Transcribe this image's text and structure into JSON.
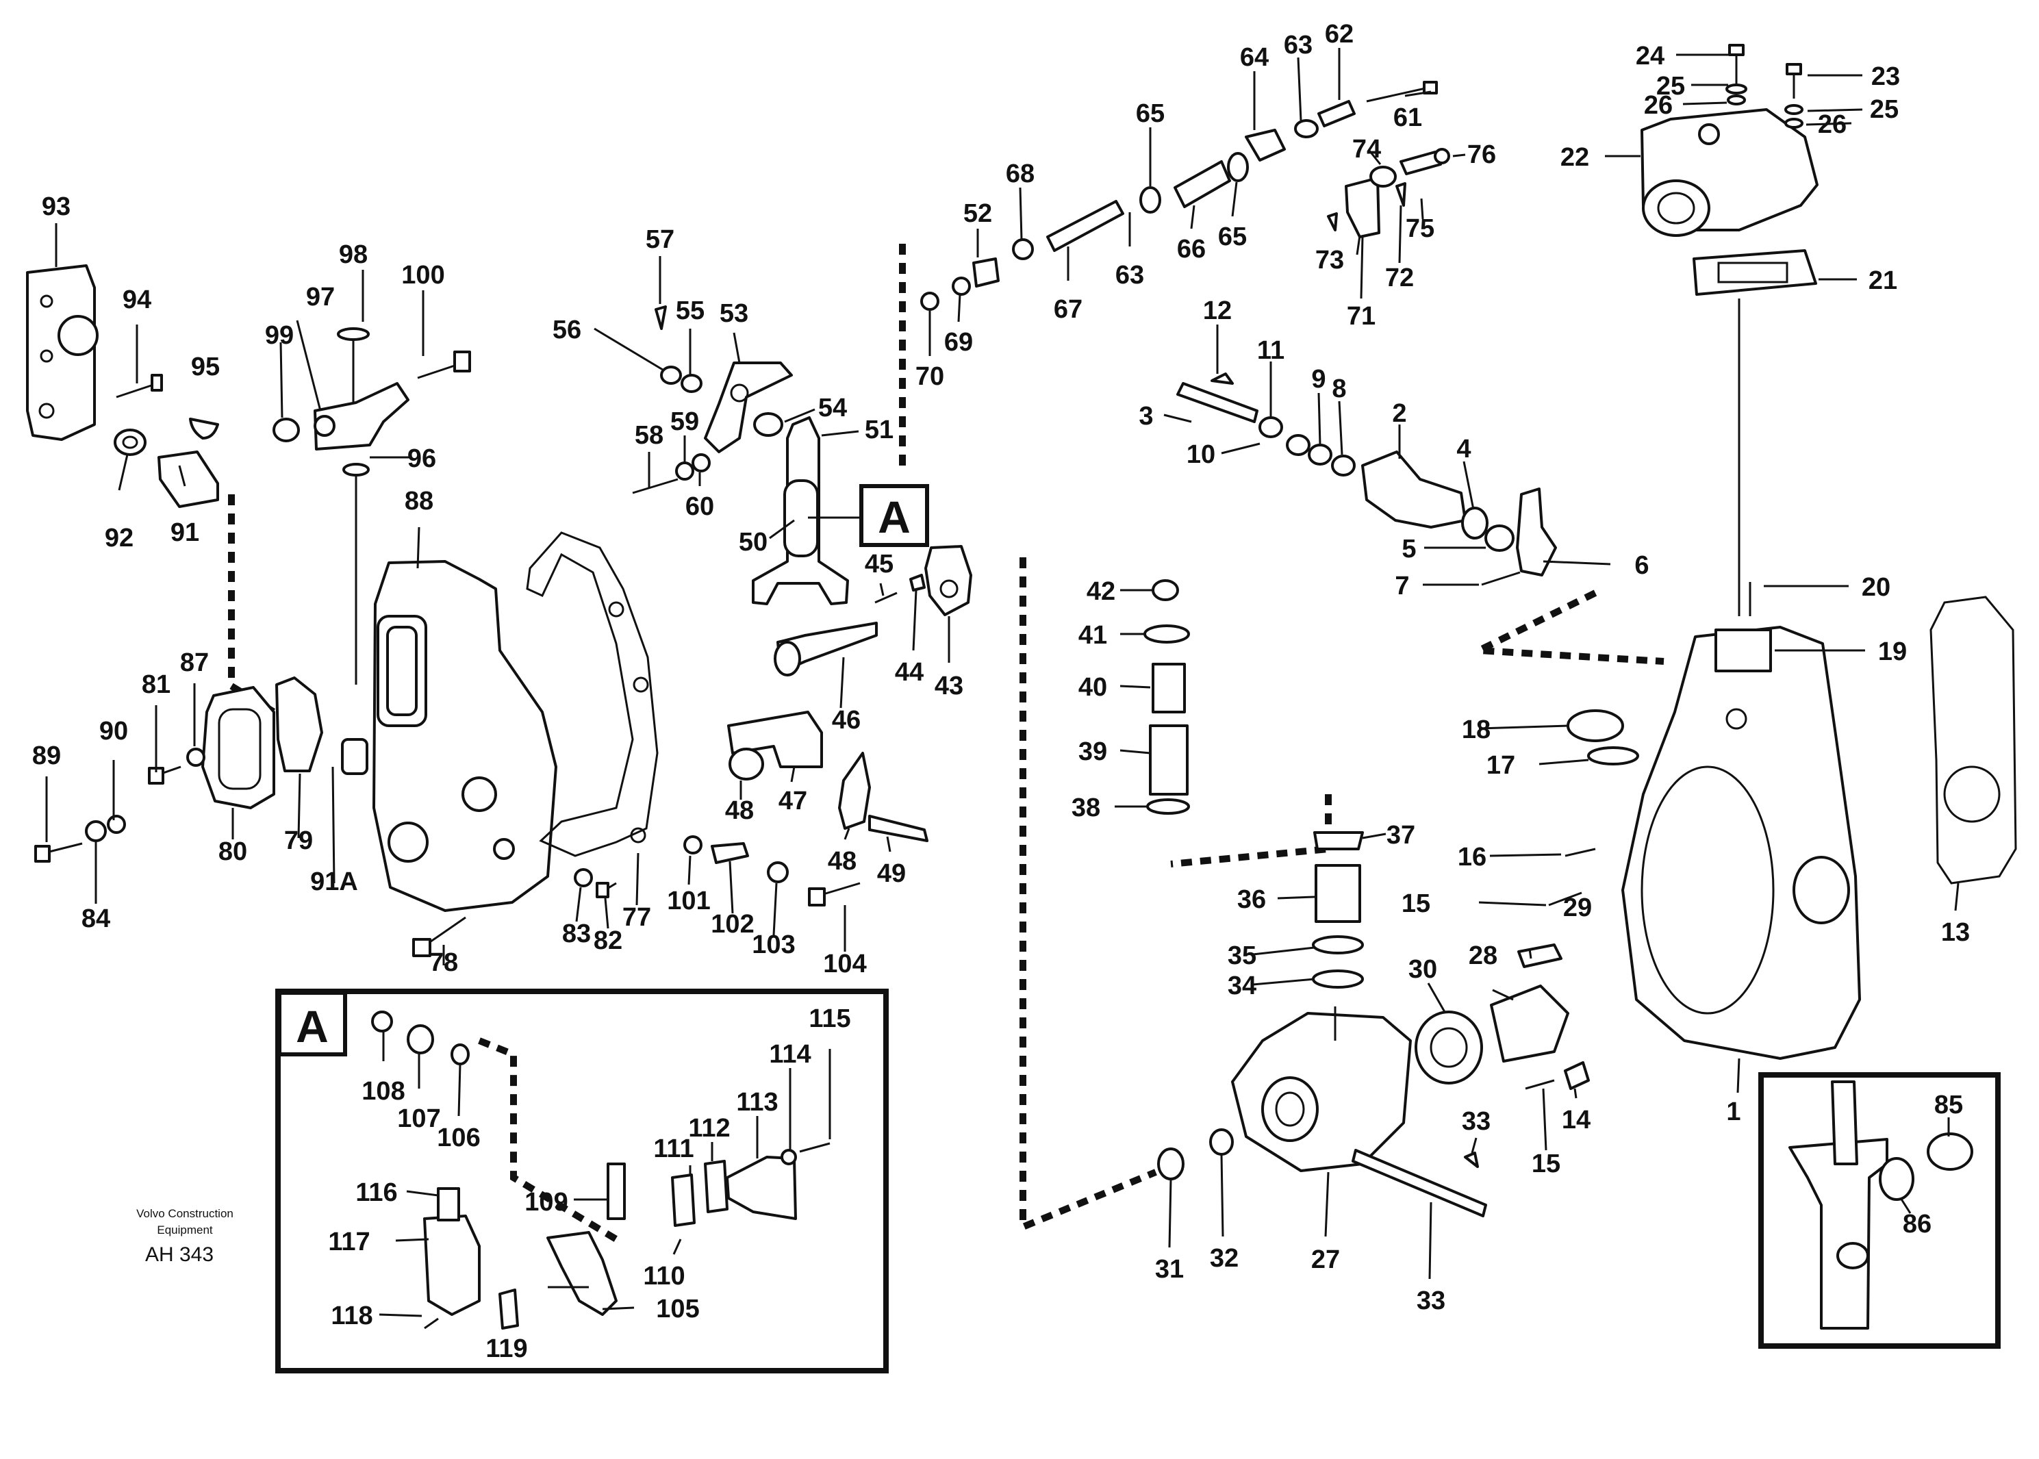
{
  "footer": {
    "company_line1": "Volvo Construction",
    "company_line2": "Equipment",
    "drawing_ref": "AH 343"
  },
  "detail_callout": "A",
  "detail_box_letter": "A",
  "labels": {
    "p1": "1",
    "p2": "2",
    "p3": "3",
    "p4": "4",
    "p5": "5",
    "p6": "6",
    "p7": "7",
    "p8": "8",
    "p9": "9",
    "p10": "10",
    "p11": "11",
    "p12": "12",
    "p13": "13",
    "p14": "14",
    "p15a": "15",
    "p15b": "15",
    "p16": "16",
    "p17": "17",
    "p18": "18",
    "p19": "19",
    "p20": "20",
    "p21": "21",
    "p22": "22",
    "p23": "23",
    "p24": "24",
    "p25a": "25",
    "p25b": "25",
    "p26a": "26",
    "p26b": "26",
    "p27": "27",
    "p28": "28",
    "p29": "29",
    "p30": "30",
    "p31": "31",
    "p32": "32",
    "p33a": "33",
    "p33b": "33",
    "p34": "34",
    "p35": "35",
    "p36": "36",
    "p37": "37",
    "p38": "38",
    "p39": "39",
    "p40": "40",
    "p41": "41",
    "p42": "42",
    "p43": "43",
    "p44": "44",
    "p45": "45",
    "p46": "46",
    "p47": "47",
    "p48a": "48",
    "p48b": "48",
    "p49": "49",
    "p50": "50",
    "p51": "51",
    "p52": "52",
    "p53": "53",
    "p54": "54",
    "p55": "55",
    "p56": "56",
    "p57": "57",
    "p58": "58",
    "p59": "59",
    "p60": "60",
    "p61": "61",
    "p62": "62",
    "p63a": "63",
    "p63b": "63",
    "p64": "64",
    "p65a": "65",
    "p65b": "65",
    "p66": "66",
    "p67": "67",
    "p68": "68",
    "p69": "69",
    "p70": "70",
    "p71": "71",
    "p72": "72",
    "p73": "73",
    "p74": "74",
    "p75": "75",
    "p76": "76",
    "p77": "77",
    "p78": "78",
    "p79": "79",
    "p80": "80",
    "p81": "81",
    "p82": "82",
    "p83": "83",
    "p84": "84",
    "p85": "85",
    "p86": "86",
    "p87": "87",
    "p88": "88",
    "p89": "89",
    "p90": "90",
    "p91": "91",
    "p91a": "91A",
    "p92": "92",
    "p93": "93",
    "p94": "94",
    "p95": "95",
    "p96": "96",
    "p97": "97",
    "p98": "98",
    "p99": "99",
    "p100": "100",
    "p101": "101",
    "p102": "102",
    "p103": "103",
    "p104": "104",
    "p105": "105",
    "p106": "106",
    "p107": "107",
    "p108": "108",
    "p109": "109",
    "p110": "110",
    "p111": "111",
    "p112": "112",
    "p113": "113",
    "p114": "114",
    "p115": "115",
    "p116": "116",
    "p117": "117",
    "p118": "118",
    "p119": "119"
  }
}
